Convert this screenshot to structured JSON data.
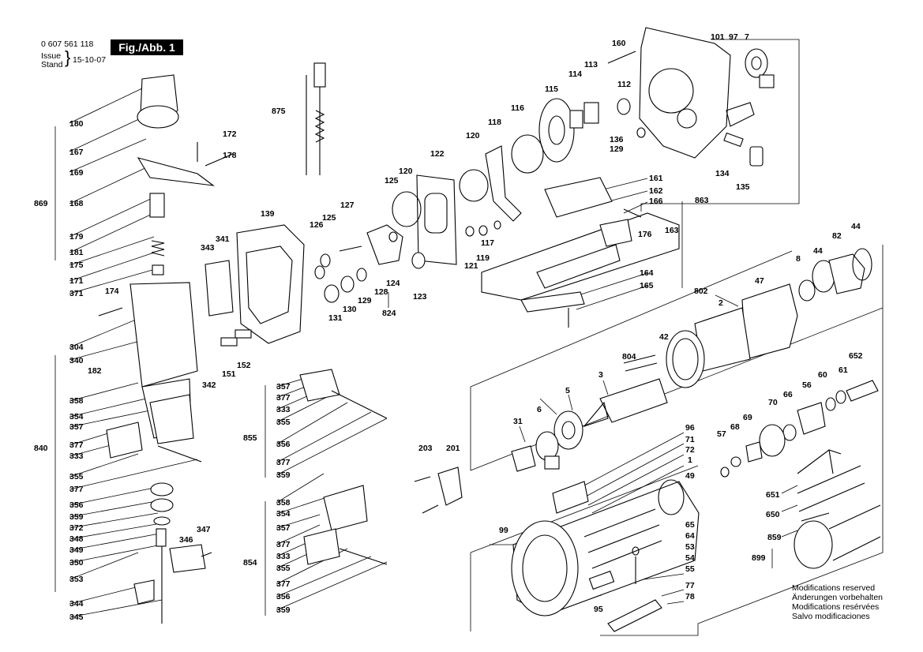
{
  "header": {
    "code": "0 607 561 118",
    "issue": "Issue",
    "stand": "Stand",
    "date": "15-10-07",
    "fig": "Fig./Abb. 1"
  },
  "note": {
    "lines": [
      "Modifications reserved",
      "Änderungen vorbehalten",
      "Modifications resérvées",
      "Salvo modificaciones"
    ]
  },
  "labels": {
    "l160": "160",
    "l101": "101",
    "l97": "97",
    "l7": "7",
    "l114": "114",
    "l113": "113",
    "l112": "112",
    "l115": "115",
    "l116": "116",
    "l136": "136",
    "l129a": "129",
    "l134": "134",
    "l135": "135",
    "l118": "118",
    "l120a": "120",
    "l122": "122",
    "l120b": "120",
    "l125a": "125",
    "l127": "127",
    "l125b": "125",
    "l126": "126",
    "l139": "139",
    "l341": "341",
    "l343": "343",
    "l875": "875",
    "l161": "161",
    "l162": "162",
    "l166": "166",
    "l863": "863",
    "l176": "176",
    "l163": "163",
    "l117": "117",
    "l119": "119",
    "l121": "121",
    "l123": "123",
    "l124": "124",
    "l128": "128",
    "l129b": "129",
    "l130": "130",
    "l131": "131",
    "l824": "824",
    "l164": "164",
    "l165": "165",
    "l44a": "44",
    "l82": "82",
    "l44b": "44",
    "l8": "8",
    "l47": "47",
    "l802": "802",
    "l2": "2",
    "l42": "42",
    "l804": "804",
    "l3": "3",
    "l5": "5",
    "l6": "6",
    "l31": "31",
    "l652": "652",
    "l61": "61",
    "l60": "60",
    "l56": "56",
    "l66": "66",
    "l70": "70",
    "l69": "69",
    "l68": "68",
    "l57": "57",
    "l96": "96",
    "l71": "71",
    "l72": "72",
    "l1": "1",
    "l49": "49",
    "l651": "651",
    "l650": "650",
    "l859": "859",
    "l899": "899",
    "l99": "99",
    "l65": "65",
    "l64": "64",
    "l53": "53",
    "l54": "54",
    "l55": "55",
    "l77": "77",
    "l78": "78",
    "l95": "95",
    "l203": "203",
    "l201": "201",
    "l180": "180",
    "l167": "167",
    "l169": "169",
    "l168": "168",
    "l869": "869",
    "l172": "172",
    "l178": "178",
    "l179": "179",
    "l181": "181",
    "l175": "175",
    "l171": "171",
    "l371": "371",
    "l174": "174",
    "l304": "304",
    "l340": "340",
    "l182": "182",
    "l342": "342",
    "l151": "151",
    "l152": "152",
    "l358a": "358",
    "l354a": "354",
    "l357a": "357",
    "l840": "840",
    "l377a": "377",
    "l333a": "333",
    "l355a": "355",
    "l377b": "377",
    "l356a": "356",
    "l359a": "359",
    "l372": "372",
    "l348": "348",
    "l349": "349",
    "l350": "350",
    "l353": "353",
    "l344": "344",
    "l345": "345",
    "l346": "346",
    "l347": "347",
    "l357b": "357",
    "l377c": "377",
    "l333b": "333",
    "l355b": "355",
    "l855": "855",
    "l356b": "356",
    "l377d": "377",
    "l359b": "359",
    "l358b": "358",
    "l354b": "354",
    "l357c": "357",
    "l377e": "377",
    "l333c": "333",
    "l854": "854",
    "l355c": "355",
    "l377f": "377",
    "l356c": "356",
    "l359c": "359"
  }
}
